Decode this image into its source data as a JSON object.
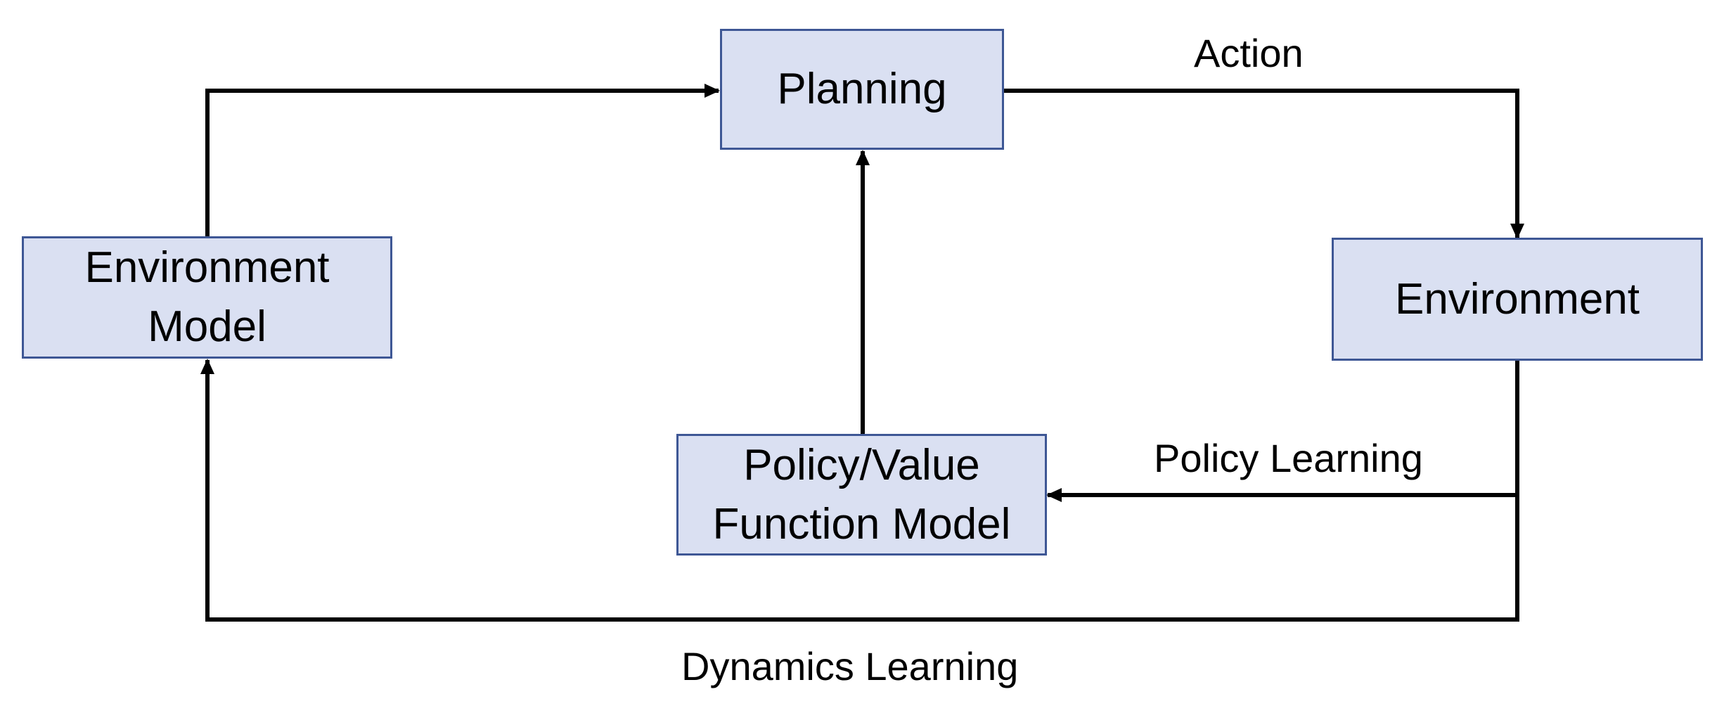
{
  "nodes": {
    "planning": {
      "label": "Planning"
    },
    "environment_model": {
      "line1": "Environment",
      "line2": "Model"
    },
    "environment": {
      "label": "Environment"
    },
    "policy_value_model": {
      "line1": "Policy/Value",
      "line2": "Function Model"
    }
  },
  "edges": {
    "action": "Action",
    "policy_learning": "Policy Learning",
    "dynamics_learning": "Dynamics Learning"
  },
  "colors": {
    "box_fill": "#dae0f2",
    "box_border": "#3e5795",
    "arrow": "#000000"
  }
}
